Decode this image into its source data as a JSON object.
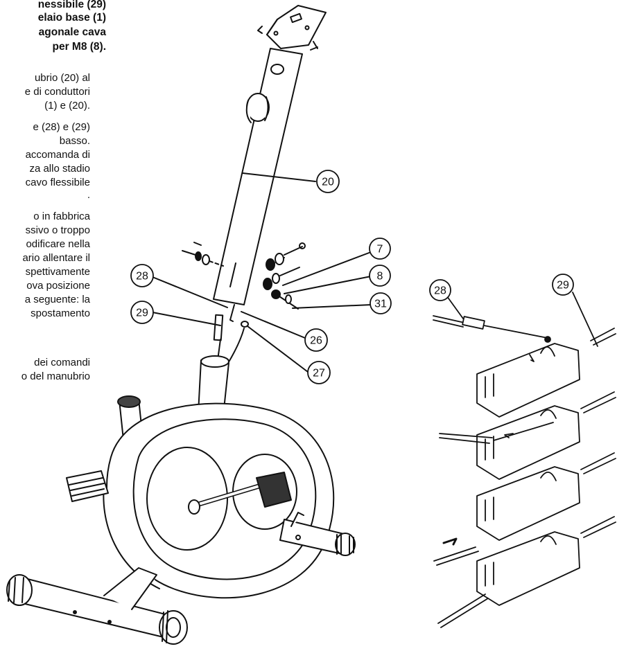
{
  "instructions": {
    "bold_lines": [
      "nessibile (29)",
      "elaio base (1)",
      "agonale cava",
      "per M8 (8)."
    ],
    "lines": [
      "ubrio (20) al",
      "e di conduttori",
      "(1) e (20).",
      "e (28) e (29)",
      "basso.",
      "accomanda di",
      "za allo stadio",
      "cavo flessibile",
      ".",
      "o in fabbrica",
      "ssivo o troppo",
      "odificare nella",
      "ario allentare il",
      "spettivamente",
      "ova posizione",
      "a seguente: la",
      "spostamento",
      "dei comandi",
      "o del manubrio"
    ]
  },
  "callouts": {
    "c20": "20",
    "c7": "7",
    "c8": "8",
    "c31": "31",
    "c28": "28",
    "c26": "26",
    "c29": "29",
    "c27": "27",
    "d28": "28",
    "d29": "29"
  }
}
